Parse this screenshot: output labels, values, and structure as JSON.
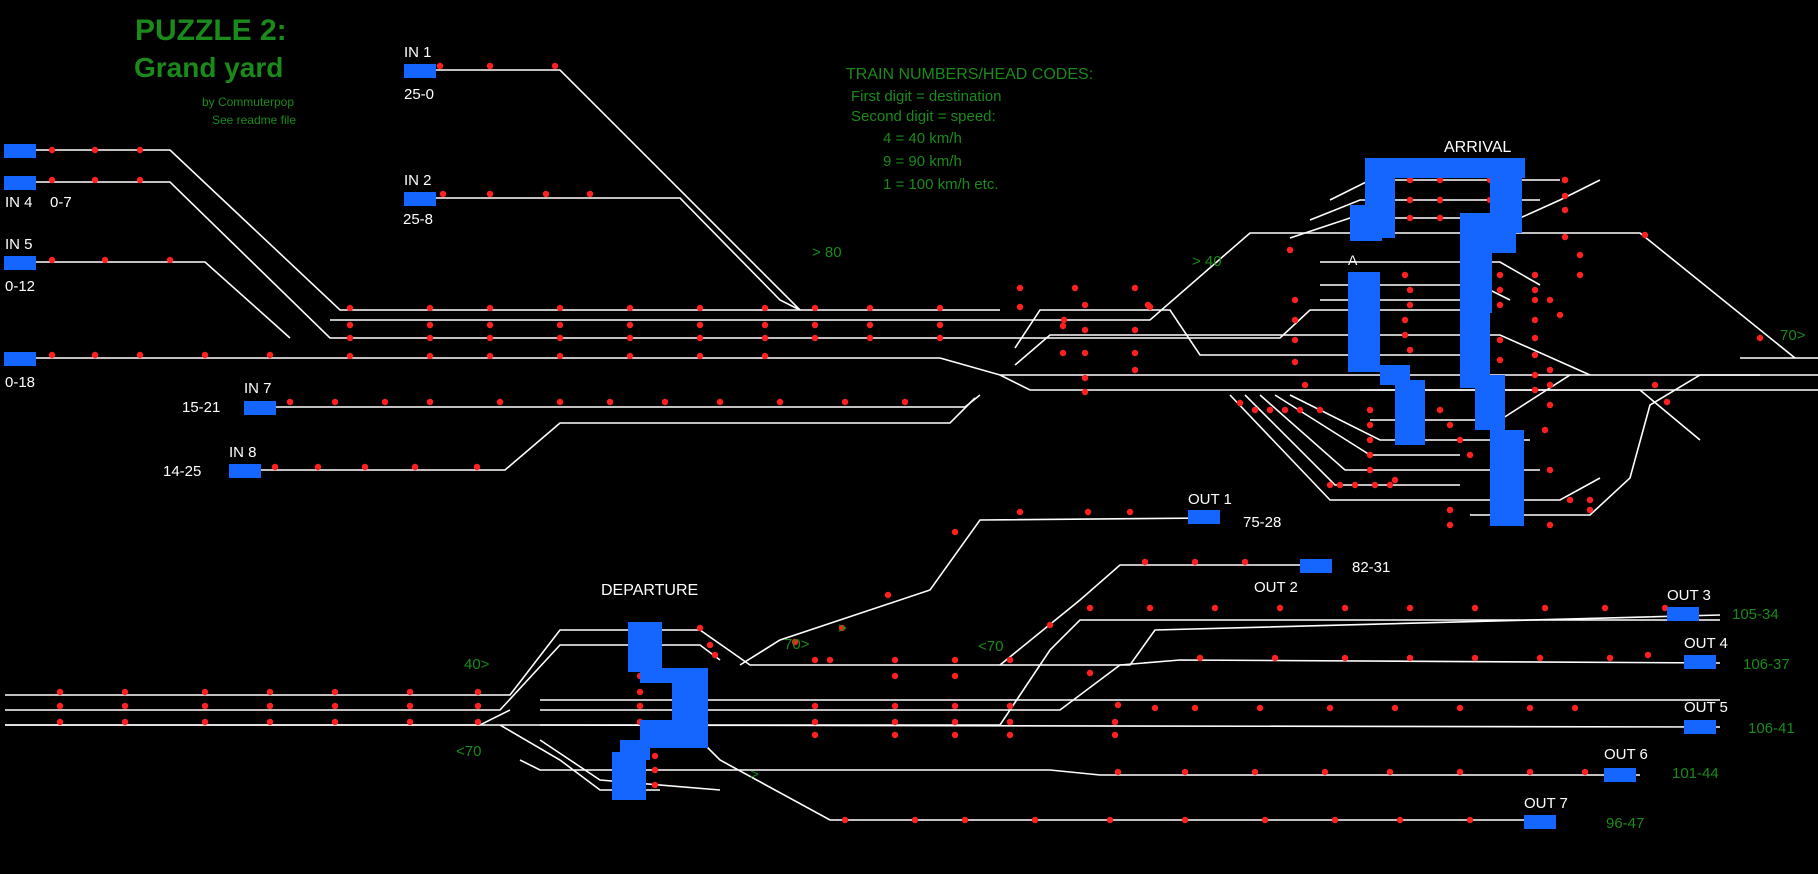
{
  "title": {
    "line1": "PUZZLE 2:",
    "line2": "Grand yard",
    "by": "by Commuterpop",
    "readme": "See readme file"
  },
  "legend": {
    "heading": "TRAIN NUMBERS/HEAD CODES:",
    "lines": [
      "First digit = destination",
      "Second digit = speed:",
      "4 = 40 km/h",
      "9 = 90 km/h",
      "1 = 100 km/h etc."
    ]
  },
  "area_labels": {
    "arrival": "ARRIVAL",
    "departure": "DEPARTURE",
    "arrival_marker": "A"
  },
  "entries": [
    {
      "id": "in1",
      "name": "IN 1",
      "code": "25-0"
    },
    {
      "id": "in2",
      "name": "IN 2",
      "code": "25-8"
    },
    {
      "id": "in4",
      "name": "IN 4",
      "code": "0-7"
    },
    {
      "id": "in5",
      "name": "IN 5",
      "code": "0-12"
    },
    {
      "id": "in6",
      "name": "",
      "code": "0-18"
    },
    {
      "id": "in7",
      "name": "IN 7",
      "code": "15-21"
    },
    {
      "id": "in8",
      "name": "IN 8",
      "code": "14-25"
    }
  ],
  "exits": [
    {
      "id": "out1",
      "name": "OUT 1",
      "code": "75-28"
    },
    {
      "id": "out2",
      "name": "OUT 2",
      "code": "82-31"
    },
    {
      "id": "out3",
      "name": "OUT 3",
      "code": "105-34"
    },
    {
      "id": "out4",
      "name": "OUT 4",
      "code": "106-37"
    },
    {
      "id": "out5",
      "name": "OUT 5",
      "code": "106-41"
    },
    {
      "id": "out6",
      "name": "OUT 6",
      "code": "101-44"
    },
    {
      "id": "out7",
      "name": "OUT 7",
      "code": "96-47"
    }
  ],
  "speed_marks": {
    "s1": "> 80",
    "s2": "> 40",
    "s3": "70>",
    "s4": "40>",
    "s5": "<70",
    "s6": "70>",
    "s7": ">",
    "s8": "<70",
    "s9": ">"
  },
  "colors": {
    "track": "#ffffff",
    "signal": "#ff2020",
    "train": "#1565ff",
    "text_green": "#1a8a1a",
    "background": "#000000"
  }
}
